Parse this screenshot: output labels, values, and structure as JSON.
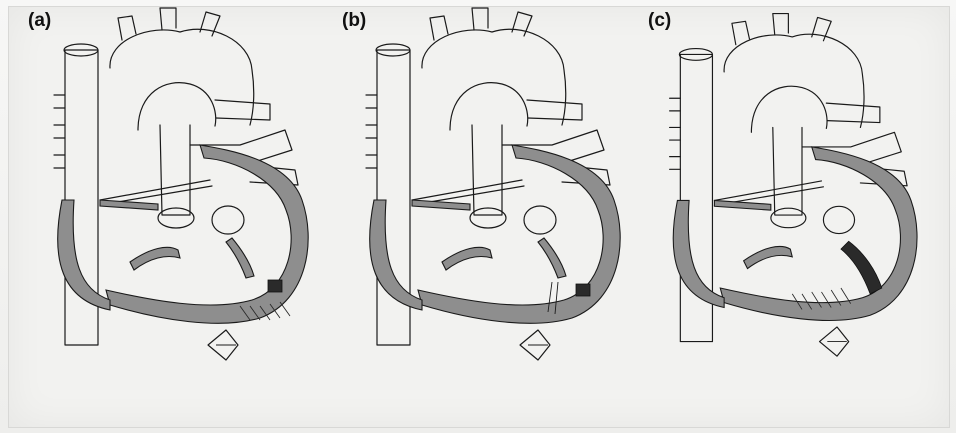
{
  "panels": [
    {
      "label": "(a)",
      "bold": "a"
    },
    {
      "label": "(b)",
      "bold": "b"
    },
    {
      "label": "(c)",
      "bold": "c"
    }
  ]
}
